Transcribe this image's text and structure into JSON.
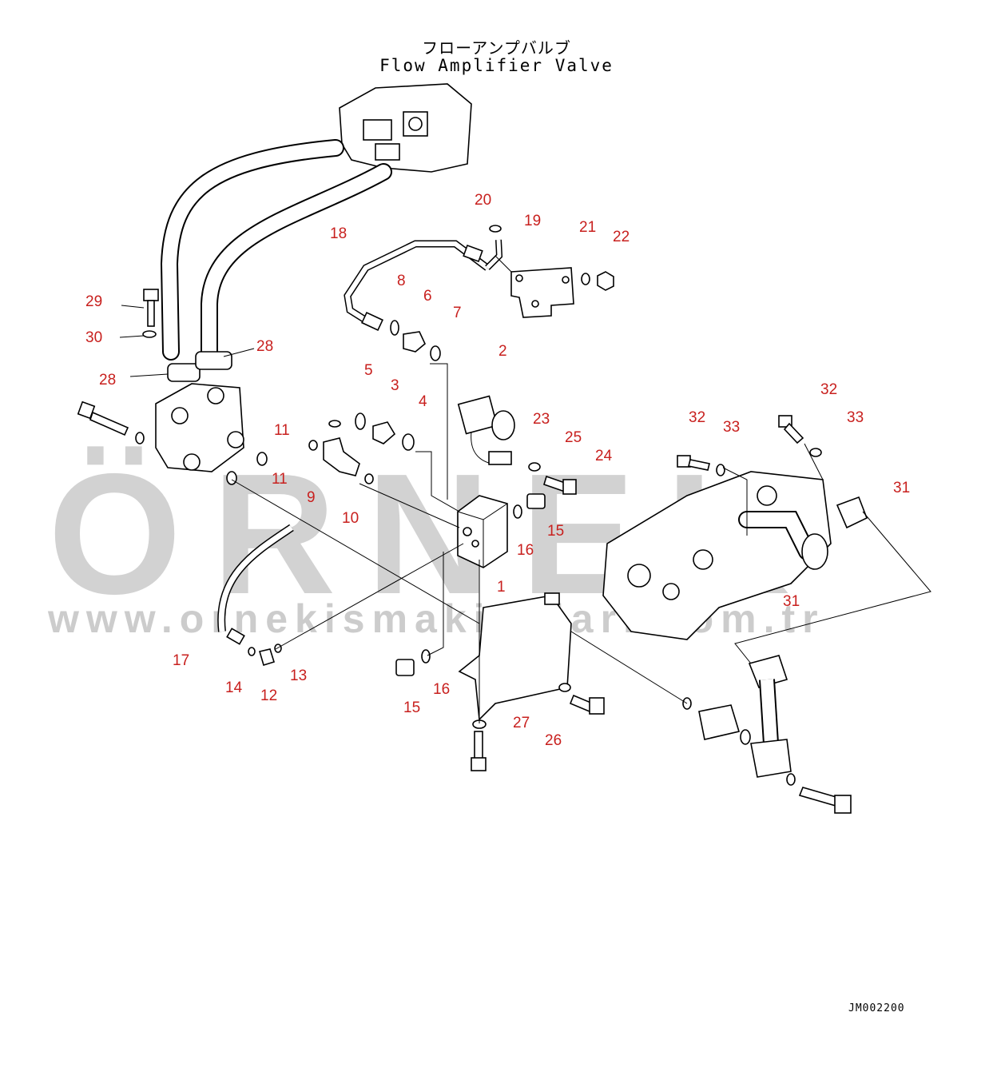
{
  "title": {
    "japanese": "フローアンプバルブ",
    "english": "Flow Amplifier Valve"
  },
  "watermark": {
    "brand": "ÖRNEK",
    "url": "www.ornekismakinalari.com.tr"
  },
  "drawing_code": "JM002200",
  "callout_color": "#c8201e",
  "callouts": [
    "1",
    "2",
    "3",
    "4",
    "5",
    "6",
    "7",
    "8",
    "9",
    "10",
    "11",
    "11",
    "12",
    "13",
    "14",
    "15",
    "15",
    "16",
    "16",
    "17",
    "18",
    "19",
    "20",
    "21",
    "22",
    "23",
    "24",
    "25",
    "26",
    "27",
    "28",
    "28",
    "29",
    "30",
    "31",
    "31",
    "32",
    "32",
    "33",
    "33"
  ]
}
